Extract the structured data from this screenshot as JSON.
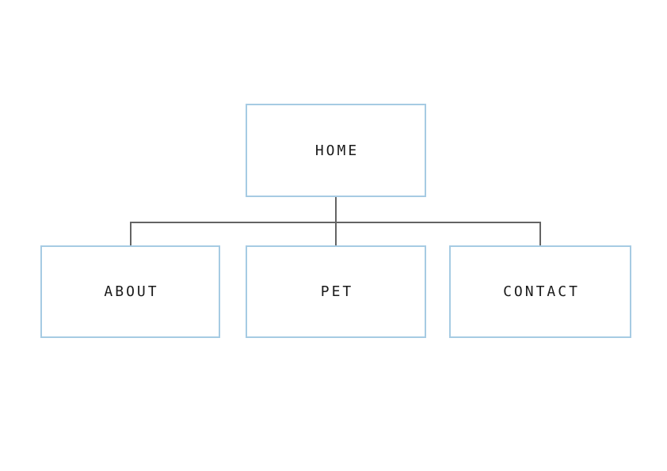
{
  "diagram": {
    "type": "sitemap-flowchart",
    "colors": {
      "background": "#ffffff",
      "box_border": "#a6cbe3",
      "box_fill": "#ffffff",
      "connector": "#646464",
      "label": "#1a1a1a"
    },
    "root": {
      "id": "home",
      "label": "HOME"
    },
    "children": [
      {
        "id": "about",
        "label": "ABOUT"
      },
      {
        "id": "pet",
        "label": "PET"
      },
      {
        "id": "contact",
        "label": "CONTACT"
      }
    ],
    "edges": [
      {
        "from": "home",
        "to": "about"
      },
      {
        "from": "home",
        "to": "pet"
      },
      {
        "from": "home",
        "to": "contact"
      }
    ]
  }
}
